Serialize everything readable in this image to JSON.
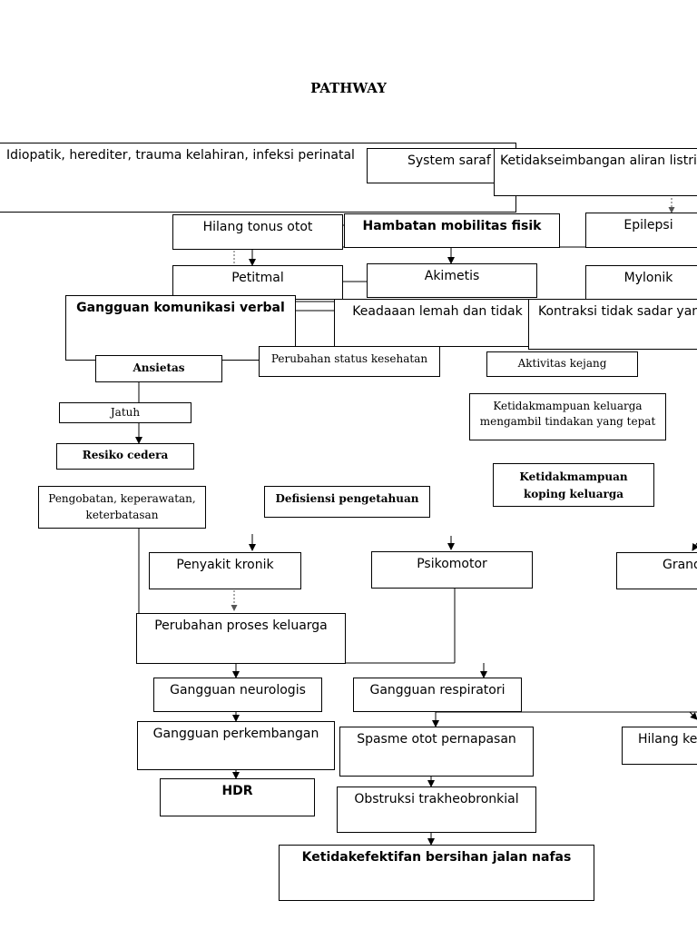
{
  "title": "PATHWAY",
  "nodes": {
    "idiopatik": "Idiopatik, herediter,  trauma kelahiran, infeksi perinatal",
    "system_saraf": "System saraf",
    "ketidakseimbangan": "Ketidakseimbangan aliran listrik",
    "hilang_tonus": "Hilang tonus otot",
    "hambatan_mobilitas": "Hambatan mobilitas fisik",
    "epilepsi": "Epilepsi",
    "petitmal": "Petitmal",
    "akimetis": "Akimetis",
    "mylonik": "Mylonik",
    "gangguan_komunikasi": "Gangguan komunikasi verbal",
    "keadaan_lemah": "Keadaaan lemah dan tidak",
    "kontraksi": "Kontraksi tidak sadar yang",
    "ansietas": "Ansietas",
    "perubahan_status": "Perubahan status kesehatan",
    "aktivitas_kejang": "Aktivitas kejang",
    "ketidakmampuan_keluarga": "Ketidakmampuan keluarga mengambil tindakan yang tepat",
    "jatuh": "Jatuh",
    "resiko_cedera": "Resiko cedera",
    "ketidakmampuan_koping": "Ketidakmampuan koping keluarga",
    "pengobatan": "Pengobatan, keperawatan, keterbatasan",
    "defisiensi": "Defisiensi pengetahuan",
    "penyakit_kronik": "Penyakit kronik",
    "psikomotor": "Psikomotor",
    "grand_mal": "Grand mal",
    "perubahan_proses": "Perubahan proses keluarga",
    "gangguan_neurologis": "Gangguan neurologis",
    "gangguan_respiratori": "Gangguan respiratori",
    "gangguan_perkembangan": "Gangguan perkembangan",
    "spasme": "Spasme otot pernapasan",
    "hilang_kesadaran": "Hilang kesadaran",
    "hdr": "HDR",
    "obstruksi": "Obstruksi trakheobronkial",
    "ketidakefektifan": "Ketidakefektifan bersihan jalan nafas"
  },
  "colors": {
    "line": "#000000",
    "dashed": "#555555"
  }
}
